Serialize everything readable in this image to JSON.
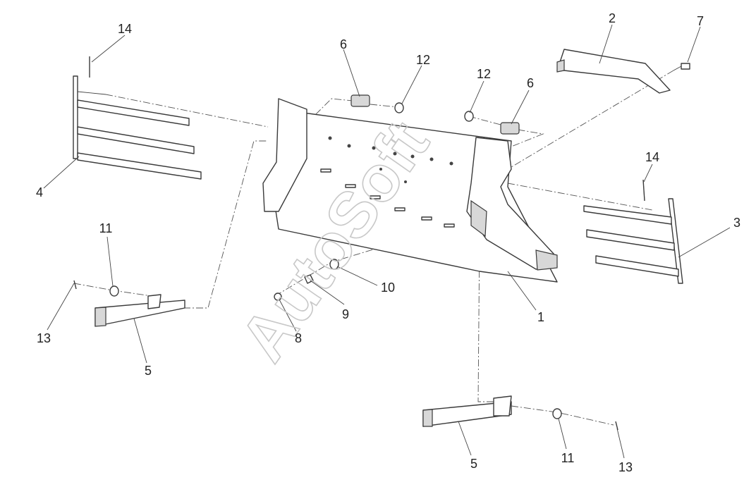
{
  "watermark": "AutoSoft",
  "callouts": {
    "c1": "1",
    "c2": "2",
    "c3": "3",
    "c4": "4",
    "c5a": "5",
    "c5b": "5",
    "c6a": "6",
    "c6b": "6",
    "c7": "7",
    "c8": "8",
    "c9": "9",
    "c10": "10",
    "c11a": "11",
    "c11b": "11",
    "c12a": "12",
    "c12b": "12",
    "c13a": "13",
    "c13b": "13",
    "c14a": "14",
    "c14b": "14"
  },
  "colors": {
    "line": "#3a3a3a",
    "watermark": "#c8c8c8",
    "background": "#ffffff"
  }
}
